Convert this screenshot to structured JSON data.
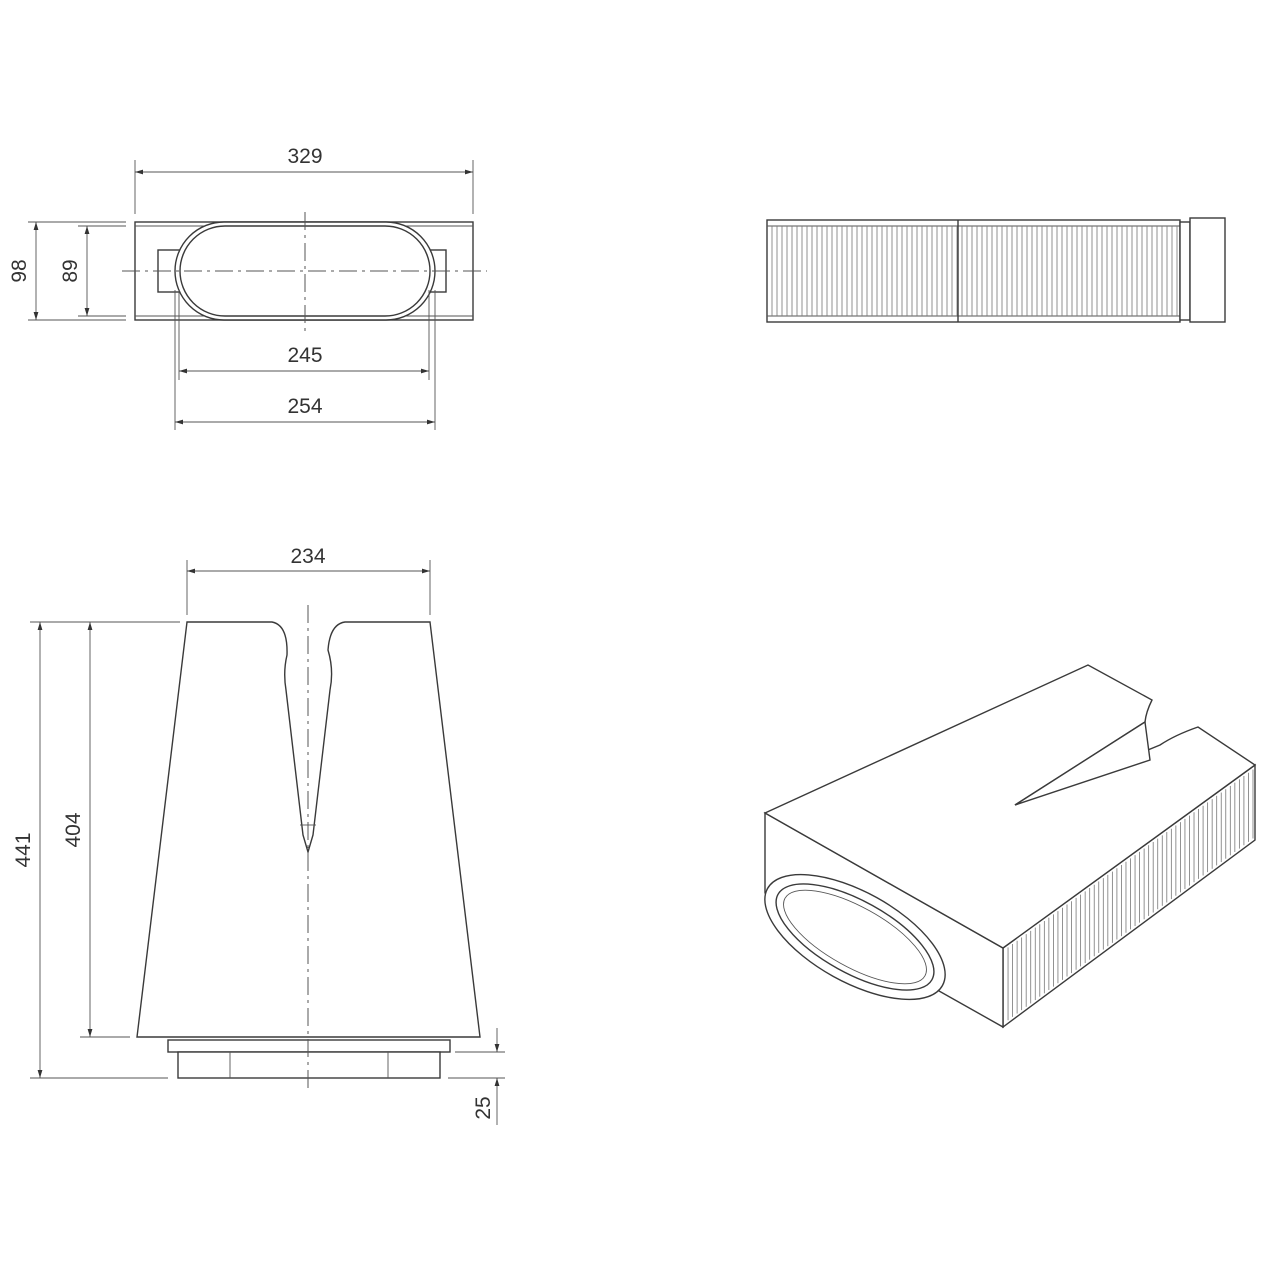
{
  "front_view": {
    "width_outer": "329",
    "height_outer": "98",
    "height_inner": "89",
    "oval_inner_width": "245",
    "oval_outer_width": "254"
  },
  "top_view": {
    "top_width": "234",
    "total_height": "441",
    "body_height": "404",
    "base_height": "25"
  },
  "colors": {
    "line": "#3a3a3a",
    "background": "#ffffff"
  }
}
